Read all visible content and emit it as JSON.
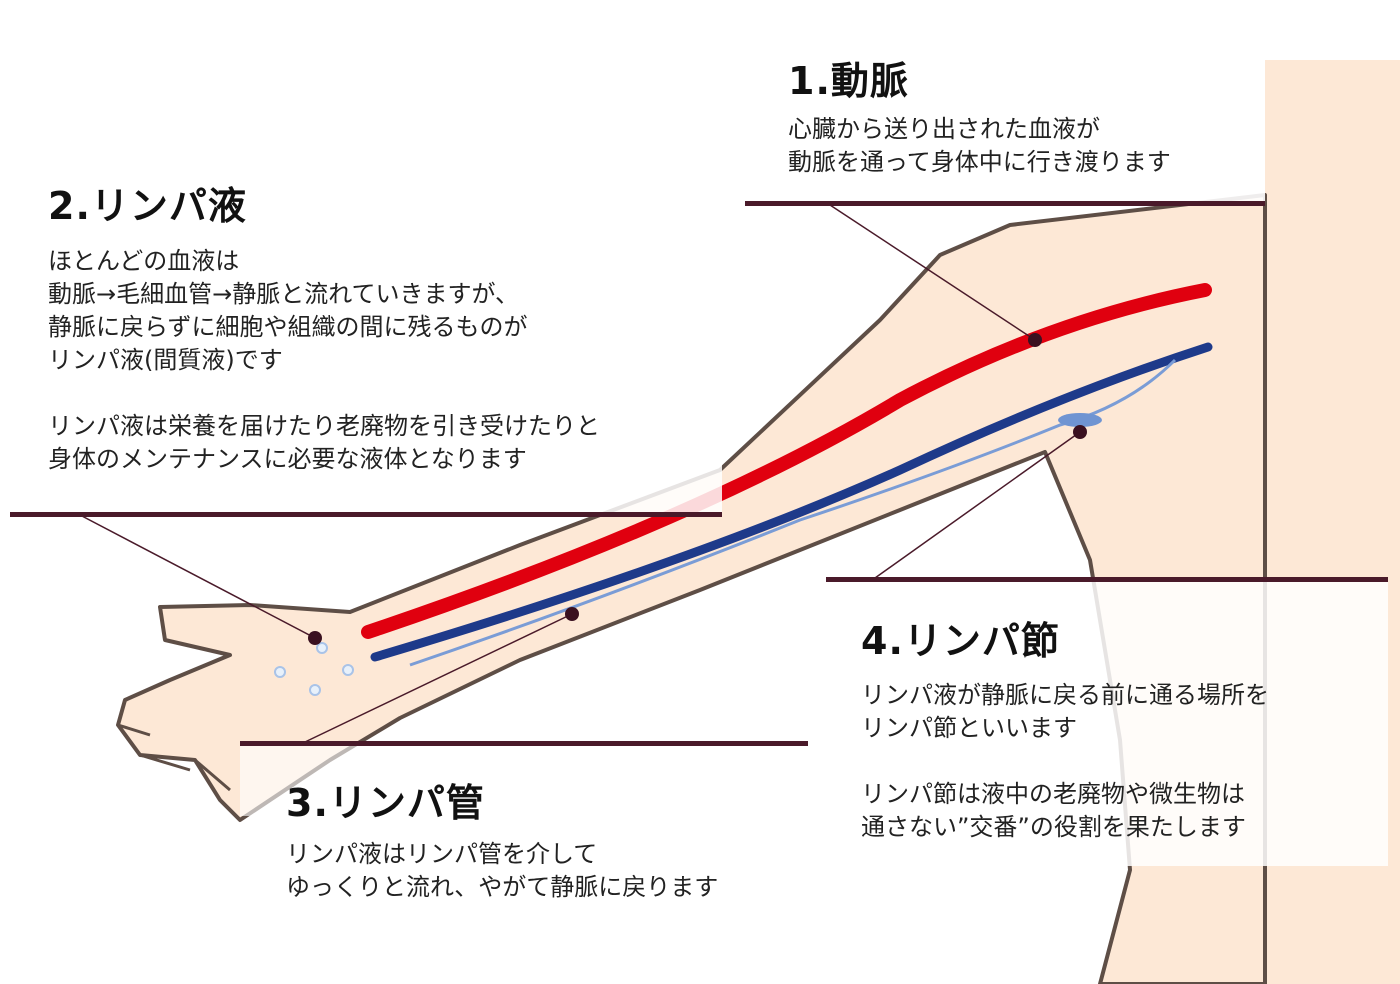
{
  "sections": {
    "artery": {
      "title": "1.動脈",
      "body": "心臓から送り出された血液が\n動脈を通って身体中に行き渡ります"
    },
    "lymph_fluid": {
      "title": "2.リンパ液",
      "body": "ほとんどの血液は\n動脈→毛細血管→静脈と流れていきますが、\n静脈に戻らずに細胞や組織の間に残るものが\nリンパ液(間質液)です\n\nリンパ液は栄養を届けたり老廃物を引き受けたりと\n身体のメンテナンスに必要な液体となります"
    },
    "lymph_vessel": {
      "title": "3.リンパ管",
      "body": "リンパ液はリンパ管を介して\nゆっくりと流れ、やがて静脈に戻ります"
    },
    "lymph_node": {
      "title": "4.リンパ節",
      "body": "リンパ液が静脈に戻る前に通る場所を\nリンパ節といいます\n\nリンパ節は液中の老廃物や微生物は\n通さない”交番”の役割を果たします"
    }
  },
  "colors": {
    "skin": "#fde8d6",
    "outline": "#5e4e46",
    "artery": "#e0000f",
    "vein": "#1e3a8a",
    "lymph": "#7a9cd6",
    "rule": "#4a1a2a"
  }
}
